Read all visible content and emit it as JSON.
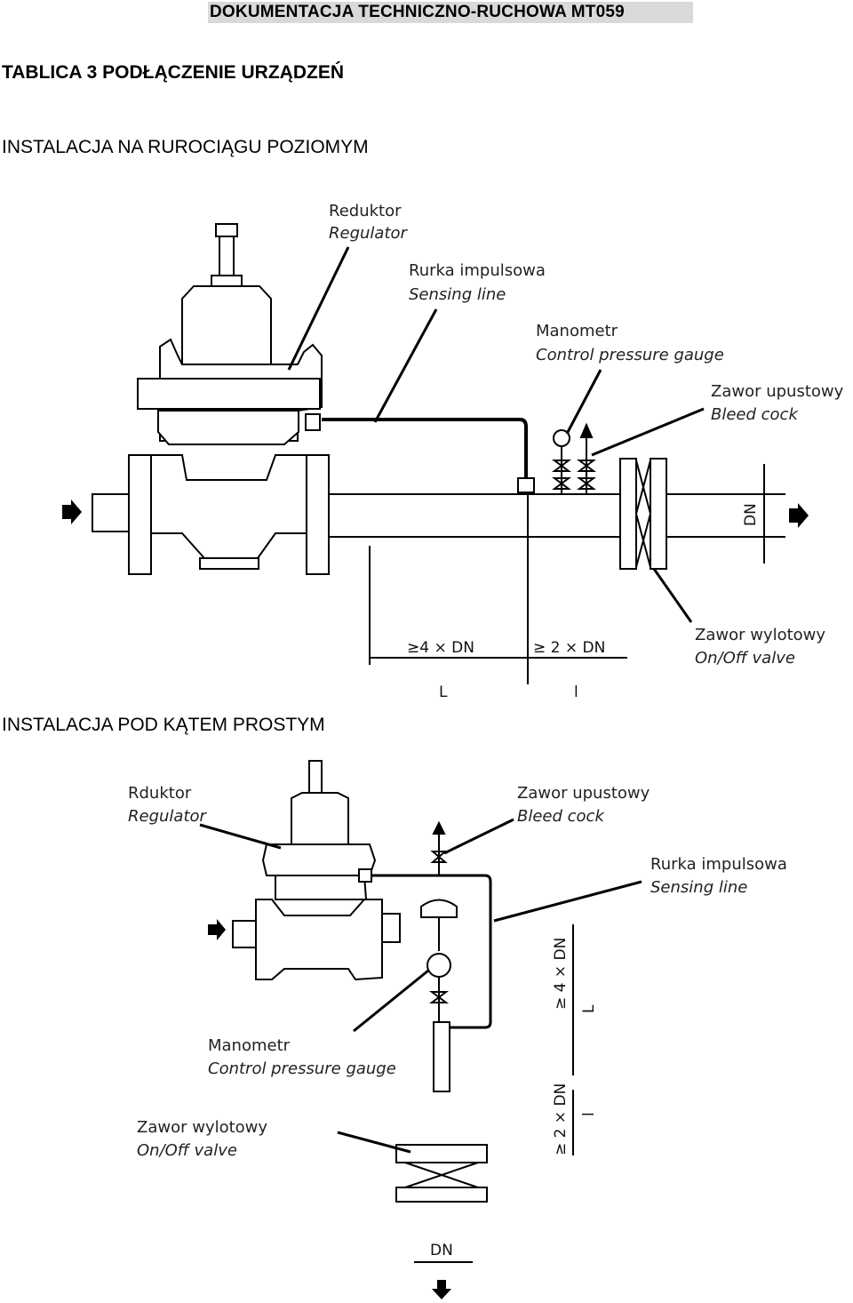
{
  "header": {
    "title": "DOKUMENTACJA TECHNICZNO-RUCHOWA MT059"
  },
  "table_title": "TABLICA 3 PODŁĄCZENIE URZĄDZEŃ",
  "section1": {
    "title": "INSTALACJA NA RUROCIĄGU POZIOMYM",
    "labels": {
      "regulator_pl": "Reduktor",
      "regulator_en": "Regulator",
      "sensing_pl": "Rurka impulsowa",
      "sensing_en": "Sensing line",
      "gauge_pl": "Manometr",
      "gauge_en": "Control pressure gauge",
      "bleed_pl": "Zawor upustowy",
      "bleed_en": "Bleed cock",
      "onoff_pl": "Zawor wylotowy",
      "onoff_en": "On/Off valve",
      "dn": "DN",
      "dim_left": "≥4 × DN",
      "dim_right": "≥ 2 × DN",
      "len_left": "L",
      "len_right": "l"
    }
  },
  "section2": {
    "title": "INSTALACJA POD KĄTEM PROSTYM",
    "labels": {
      "regulator_pl": "Rduktor",
      "regulator_en": "Regulator",
      "bleed_pl": "Zawor upustowy",
      "bleed_en": "Bleed cock",
      "sensing_pl": "Rurka impulsowa",
      "sensing_en": "Sensing line",
      "gauge_pl": "Manometr",
      "gauge_en": "Control pressure gauge",
      "onoff_pl": "Zawor wylotowy",
      "onoff_en": "On/Off valve",
      "dim_upper": "≥ 4 × DN",
      "dim_lower": "≥ 2 × DN",
      "len_upper": "L",
      "len_lower": "l",
      "dn": "DN"
    }
  }
}
